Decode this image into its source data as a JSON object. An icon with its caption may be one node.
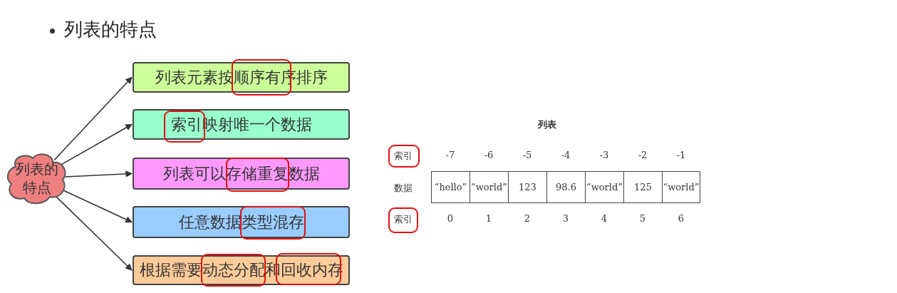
{
  "diagram": {
    "title": "列表的特点",
    "nodes": [
      {
        "text": [
          "列表的特点"
        ]
      },
      {
        "text": [
          "列表元素按顺序有序排序"
        ]
      },
      {
        "text": [
          "索引映射唯一个数据"
        ]
      },
      {
        "text": [
          "列表可以存储重复数据"
        ]
      },
      {
        "text": [
          "任意数据类型混存"
        ]
      },
      {
        "text": [
          "根据需要动态分配和回收内存"
        ]
      }
    ],
    "edges": [
      {
        "from": 0,
        "to": 1,
        "arrow": "to"
      },
      {
        "from": 0,
        "to": 2,
        "arrow": "to"
      },
      {
        "from": 0,
        "to": 3,
        "arrow": "to"
      },
      {
        "from": 0,
        "to": 4,
        "arrow": "to"
      },
      {
        "from": 0,
        "to": 5,
        "arrow": "to"
      }
    ],
    "labels": [
      "列表",
      "索引",
      "-7",
      "-6",
      "-5",
      "-4",
      "-3",
      "-2",
      "-1",
      "数据",
      "“hello”",
      "“world”",
      "123",
      "98.6",
      "“world”",
      "125",
      "“world”",
      "索引",
      "0",
      "1",
      "2",
      "3",
      "4",
      "5",
      "6"
    ]
  }
}
